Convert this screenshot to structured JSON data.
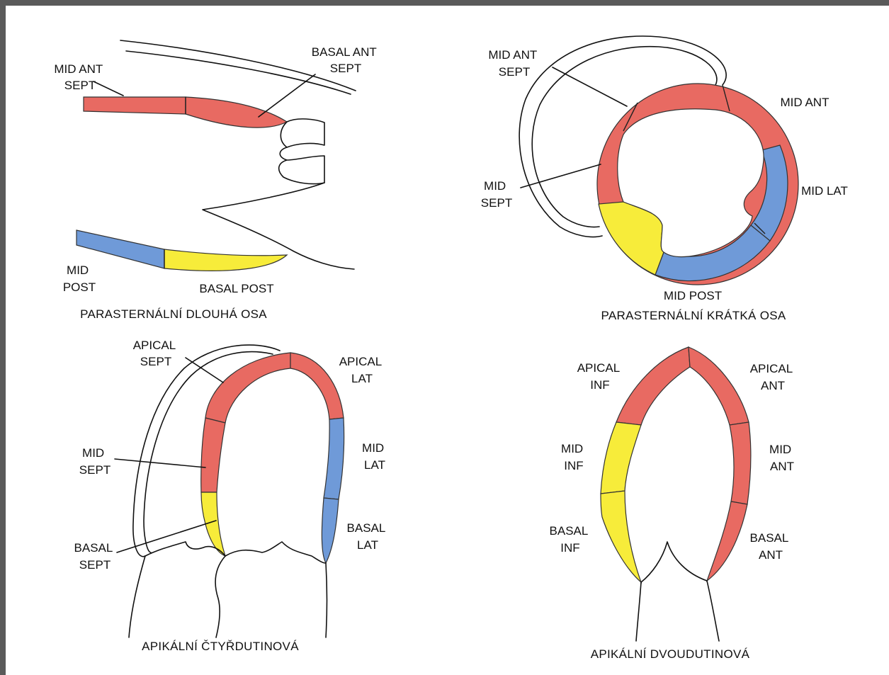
{
  "colors": {
    "red": "#e86a62",
    "blue": "#6f9ad8",
    "yellow": "#f7ec3a",
    "line": "#111111"
  },
  "views": {
    "plax": {
      "caption": "PARASTERNÁLNÍ DLOUHÁ OSA",
      "labels": {
        "mid_ant_sept": [
          "MID ANT",
          "SEPT"
        ],
        "basal_ant_sept": [
          "BASAL ANT",
          "SEPT"
        ],
        "mid_post": [
          "MID",
          "POST"
        ],
        "basal_post": [
          "BASAL POST"
        ]
      }
    },
    "psax": {
      "caption": "PARASTERNÁLNÍ KRÁTKÁ OSA",
      "labels": {
        "mid_ant_sept": [
          "MID ANT",
          "SEPT"
        ],
        "mid_ant": [
          "MID ANT"
        ],
        "mid_lat": [
          "MID LAT"
        ],
        "mid_sept": [
          "MID",
          "SEPT"
        ],
        "mid_post": [
          "MID POST"
        ]
      }
    },
    "a4c": {
      "caption": "APIKÁLNÍ ČTYŘDUTINOVÁ",
      "labels": {
        "apical_sept": [
          "APICAL",
          "SEPT"
        ],
        "apical_lat": [
          "APICAL",
          "LAT"
        ],
        "mid_sept": [
          "MID",
          "SEPT"
        ],
        "mid_lat": [
          "MID",
          "LAT"
        ],
        "basal_sept": [
          "BASAL",
          "SEPT"
        ],
        "basal_lat": [
          "BASAL",
          "LAT"
        ]
      }
    },
    "a2c": {
      "caption": "APIKÁLNÍ DVOUDUTINOVÁ",
      "labels": {
        "apical_inf": [
          "APICAL",
          "INF"
        ],
        "apical_ant": [
          "APICAL",
          "ANT"
        ],
        "mid_inf": [
          "MID",
          "INF"
        ],
        "mid_ant": [
          "MID",
          "ANT"
        ],
        "basal_inf": [
          "BASAL",
          "INF"
        ],
        "basal_ant": [
          "BASAL",
          "ANT"
        ]
      }
    }
  }
}
